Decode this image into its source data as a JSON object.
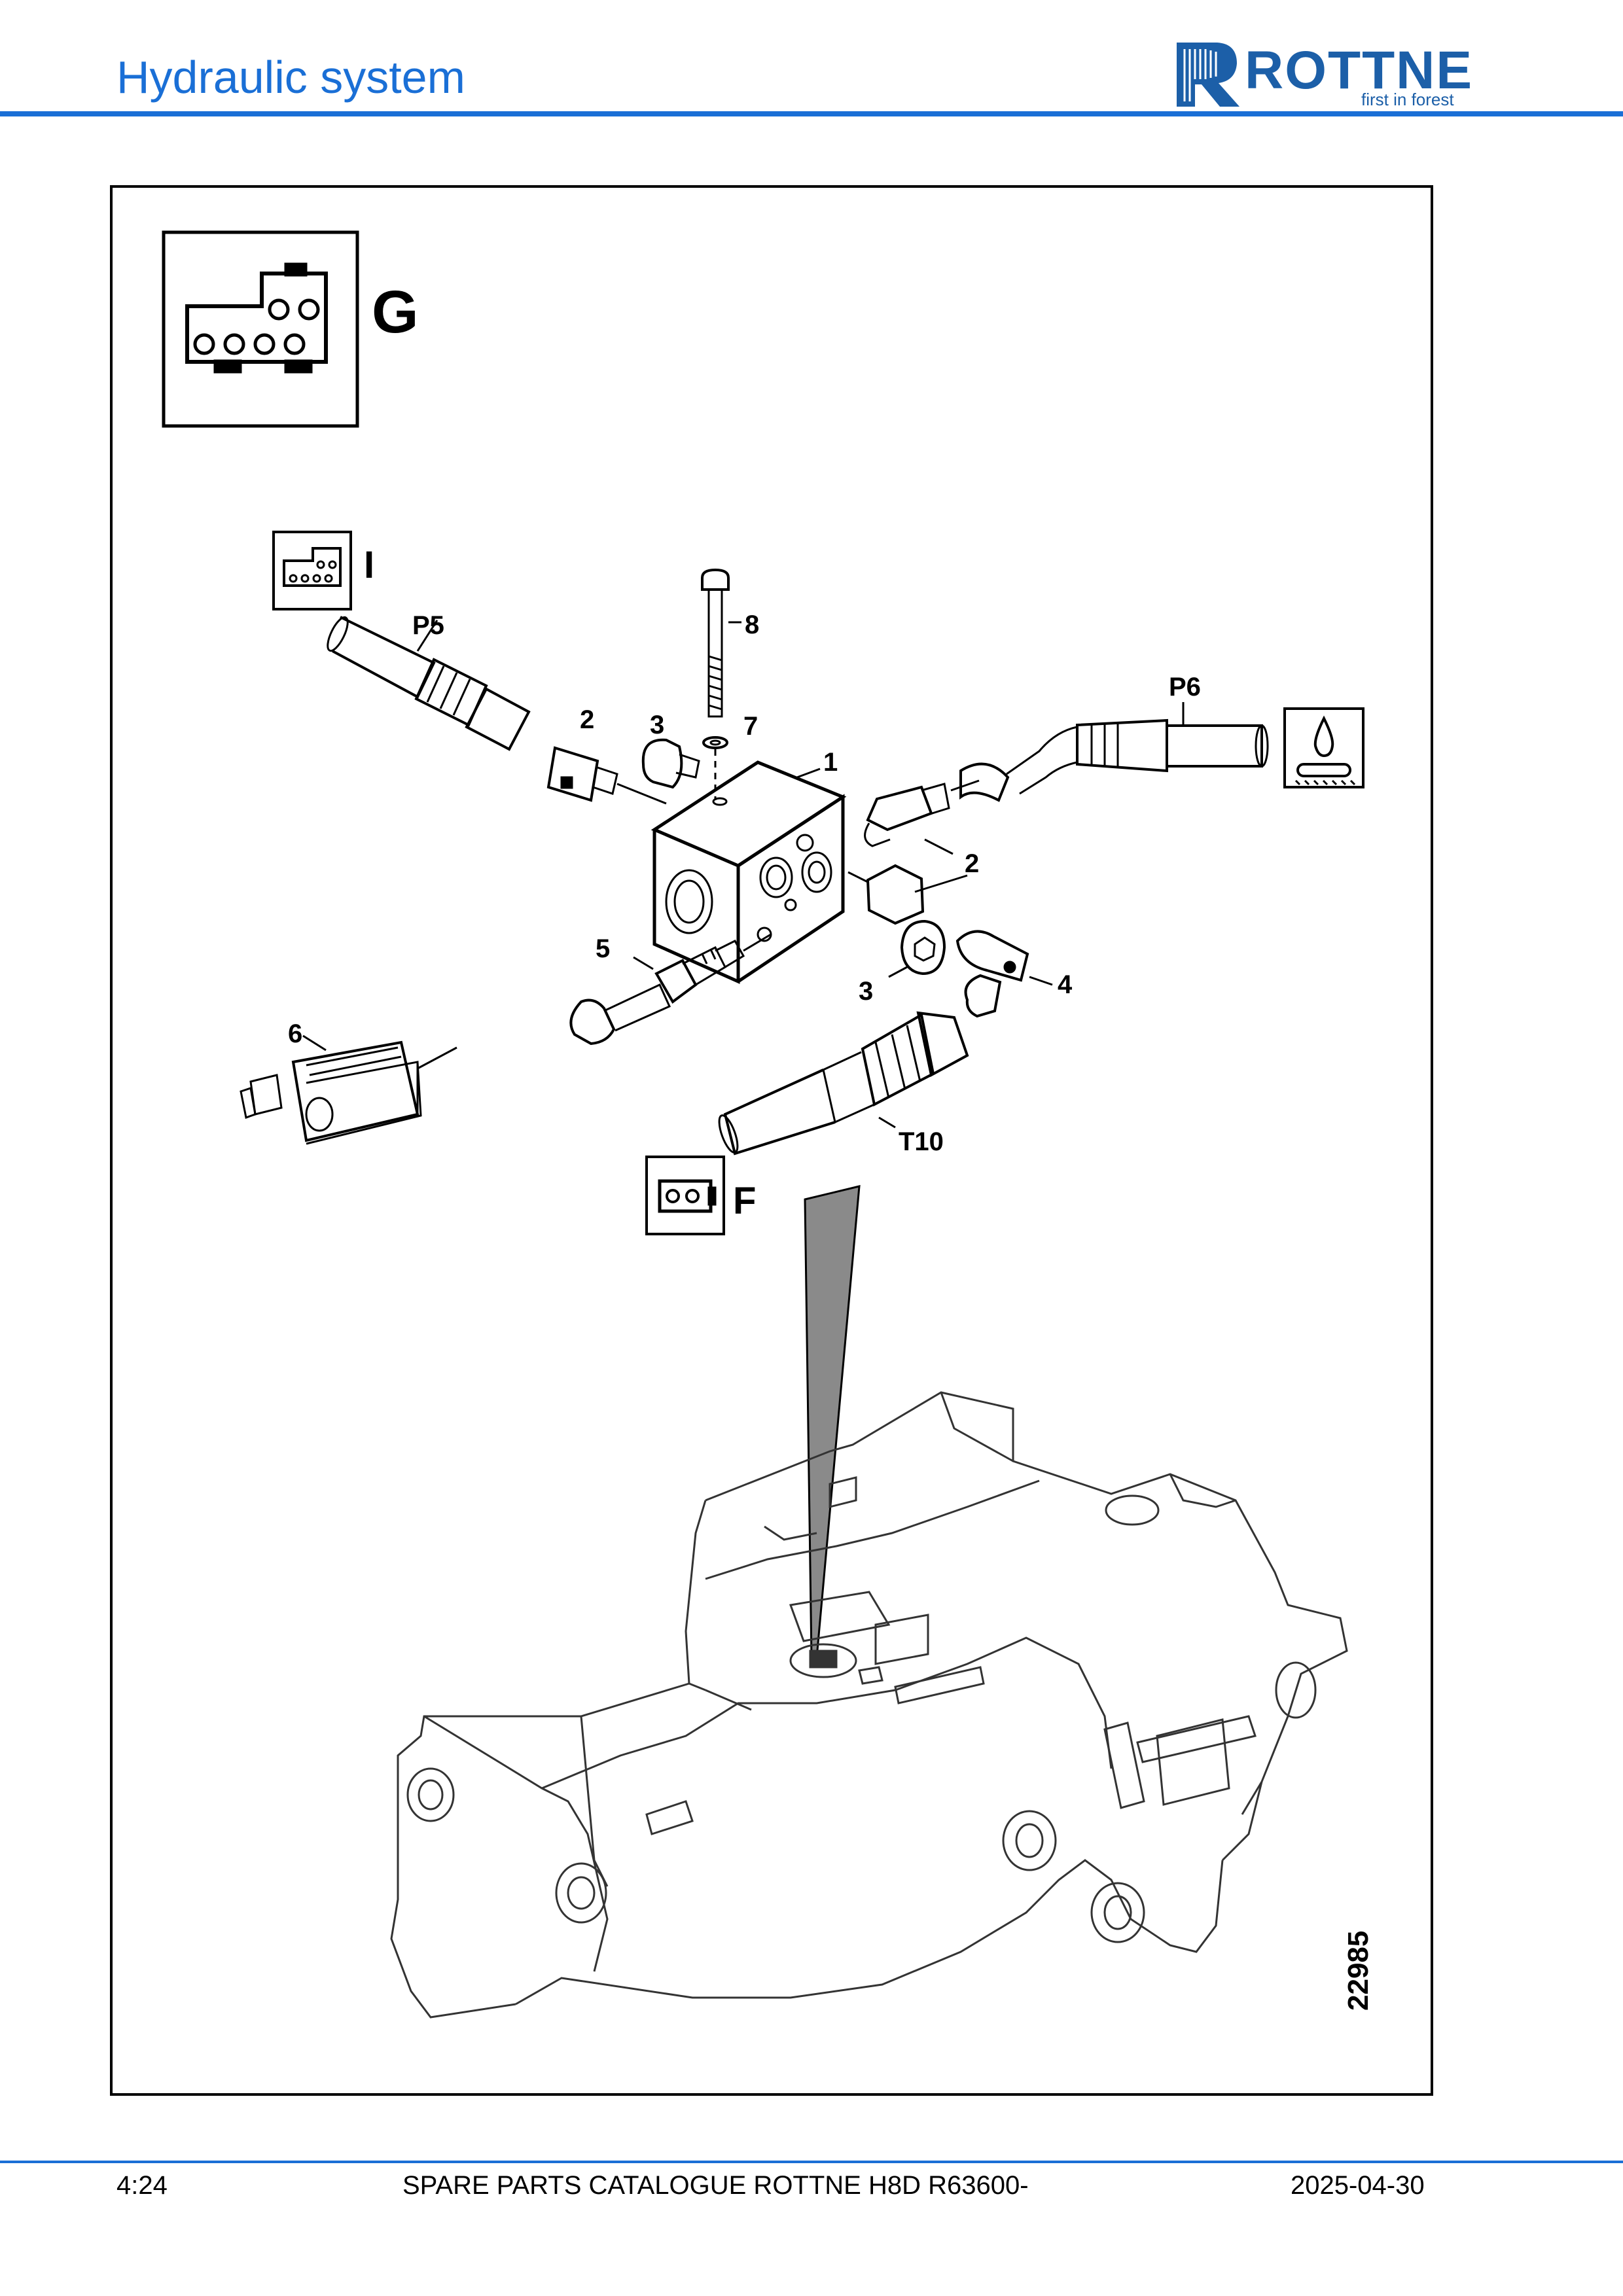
{
  "header": {
    "title": "Hydraulic system",
    "logo_name": "ROTTNE",
    "logo_tagline": "first in forest",
    "brand_color": "#1a6fd6"
  },
  "diagram": {
    "drawing_number": "22985",
    "connector_labels": [
      "G",
      "I",
      "F"
    ],
    "hose_labels": [
      "P5",
      "P6",
      "T10"
    ],
    "part_callouts": [
      "1",
      "2",
      "2",
      "3",
      "3",
      "4",
      "5",
      "6",
      "7",
      "8"
    ],
    "symbols": [
      "connector-6-pin-icon",
      "connector-6-pin-icon",
      "connector-2-pin-icon",
      "oil-chain-lubrication-icon"
    ]
  },
  "footer": {
    "page": "4:24",
    "catalogue": "SPARE PARTS CATALOGUE ROTTNE H8D R63600-",
    "date": "2025-04-30"
  }
}
